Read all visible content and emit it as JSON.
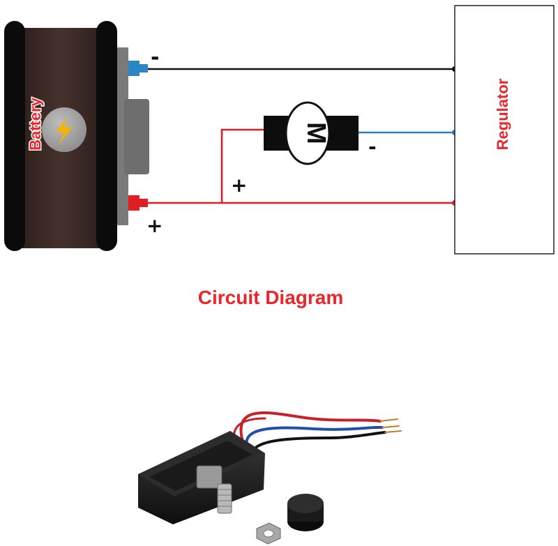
{
  "diagram": {
    "caption": "Circuit Diagram",
    "battery": {
      "label": "Battery",
      "negative_sign": "-",
      "positive_sign": "+"
    },
    "motor": {
      "letter": "M",
      "negative_sign": "-",
      "positive_sign": "+"
    },
    "regulator": {
      "label": "Regulator"
    },
    "colors": {
      "negative_wire": "#111111",
      "positive_wire": "#e11b22",
      "motor_return_wire": "#2a7fc0",
      "battery_body": "#3c2a26",
      "label_red": "#e8262b"
    }
  },
  "product_photo": {
    "subject": "dimmer-module-with-knob-and-wires"
  }
}
